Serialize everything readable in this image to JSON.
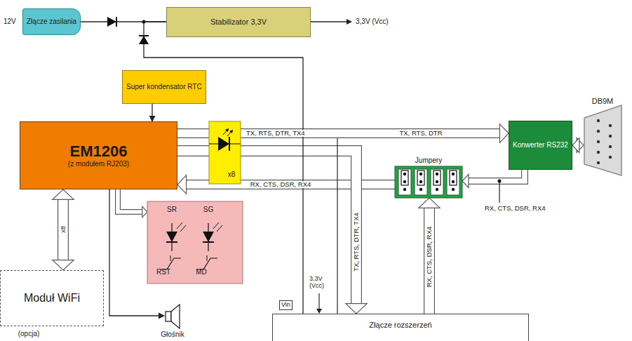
{
  "diagram": {
    "nodes": [
      {
        "text": [
          "Złącze zasilania"
        ]
      },
      {
        "text": [
          "Stabilizator 3,3V"
        ]
      },
      {
        "text": [
          "Super kondensator RTC"
        ]
      },
      {
        "text": [
          "EM1206",
          "(z modułem RJ203)"
        ]
      },
      {
        "text": [
          "x8"
        ]
      },
      {
        "text": [
          "Konwerter RS232"
        ]
      },
      {
        "text": [
          "Jumpery"
        ]
      },
      {
        "text": [
          "SR",
          "SG",
          "RST",
          "MD"
        ]
      },
      {
        "text": [
          "Moduł WiFi",
          "(opcja)"
        ]
      },
      {
        "text": [
          "Złącze rozszerzeń"
        ]
      },
      {
        "text": [
          "DB9M"
        ]
      },
      {
        "text": [
          "Głośnik"
        ]
      }
    ],
    "edges": [
      {
        "from": 0,
        "to": 1,
        "arrow": "none"
      },
      {
        "from": 2,
        "to": 3,
        "arrow": "to"
      },
      {
        "from": 3,
        "to": 5,
        "label": "TX, RTS, DTR",
        "arrow": "to"
      },
      {
        "from": 6,
        "to": 3,
        "label": "RX, CTS, DSR, RX4",
        "arrow": "to"
      },
      {
        "from": 5,
        "to": 10,
        "arrow": "both"
      },
      {
        "from": 5,
        "to": 6,
        "arrow": "to"
      },
      {
        "from": 3,
        "to": 8,
        "label": "x8",
        "arrow": "both"
      },
      {
        "from": 3,
        "to": 7,
        "arrow": "to"
      },
      {
        "from": 3,
        "to": 11,
        "arrow": "to"
      },
      {
        "from": 9,
        "to": 6,
        "label": "RX, CTS, DSR, RX4",
        "arrow": "to"
      },
      {
        "from": 3,
        "to": 9,
        "label": "TX, RTS, DTR, TX4",
        "arrow": "to"
      },
      {
        "from": 9,
        "to": 1,
        "arrow": "none"
      }
    ],
    "labels": [
      "12V",
      "3,3V (Vcc)",
      "TX, RTS, DTR, TX4",
      "RX, CTS, DSR, RX4",
      "Vin",
      "3,3V (Vcc)"
    ]
  }
}
